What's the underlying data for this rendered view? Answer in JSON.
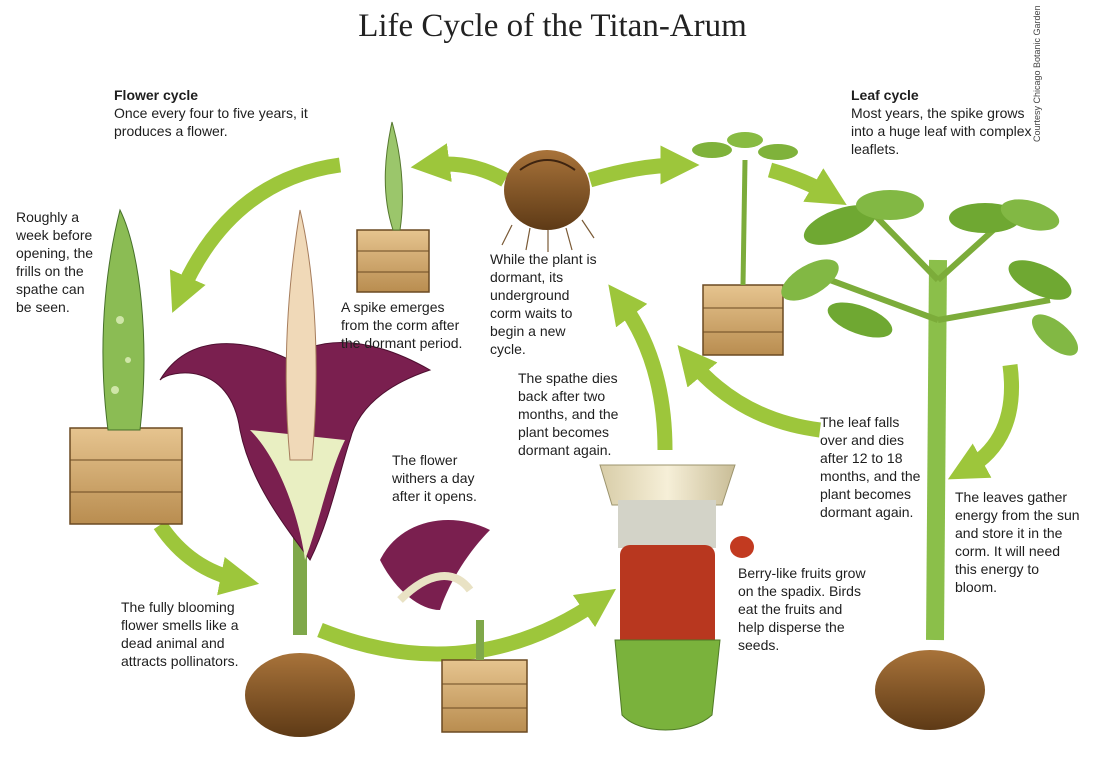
{
  "title": "Life Cycle of the Titan-Arum",
  "credit": "Courtesy Chicago Botanic Garden",
  "flower_cycle": {
    "heading": "Flower cycle",
    "text": "Once every four to five years, it produces a flower."
  },
  "leaf_cycle": {
    "heading": "Leaf cycle",
    "text": "Most years, the spike grows into a huge leaf with complex leaflets."
  },
  "labels": {
    "frills": "Roughly a week before opening, the frills on the spathe can be seen.",
    "spike": "A spike emerges from the corm after the dormant period.",
    "dormant": "While the plant is dormant, its underground corm waits to begin a new cycle.",
    "spathe_dies": "The spathe dies back after two months, and the plant becomes dormant again.",
    "withers": "The flower withers a day after it opens.",
    "blooming": "The fully blooming flower smells like a dead animal and attracts pollinators.",
    "berries": "Berry-like fruits grow on the spadix. Birds eat the fruits and help disperse the seeds.",
    "leaf_falls": "The leaf falls over and dies after 12 to 18 months, and the plant becomes dormant again.",
    "energy": "The leaves gather energy from the sun and store it in the corm. It will need this energy to bloom."
  },
  "colors": {
    "arrow": "#9dc63b",
    "spathe": "#7a1f4f",
    "wood": "#d9b27a",
    "corm": "#8a5a2b",
    "leaf": "#6fa832",
    "berry": "#b8371f"
  }
}
